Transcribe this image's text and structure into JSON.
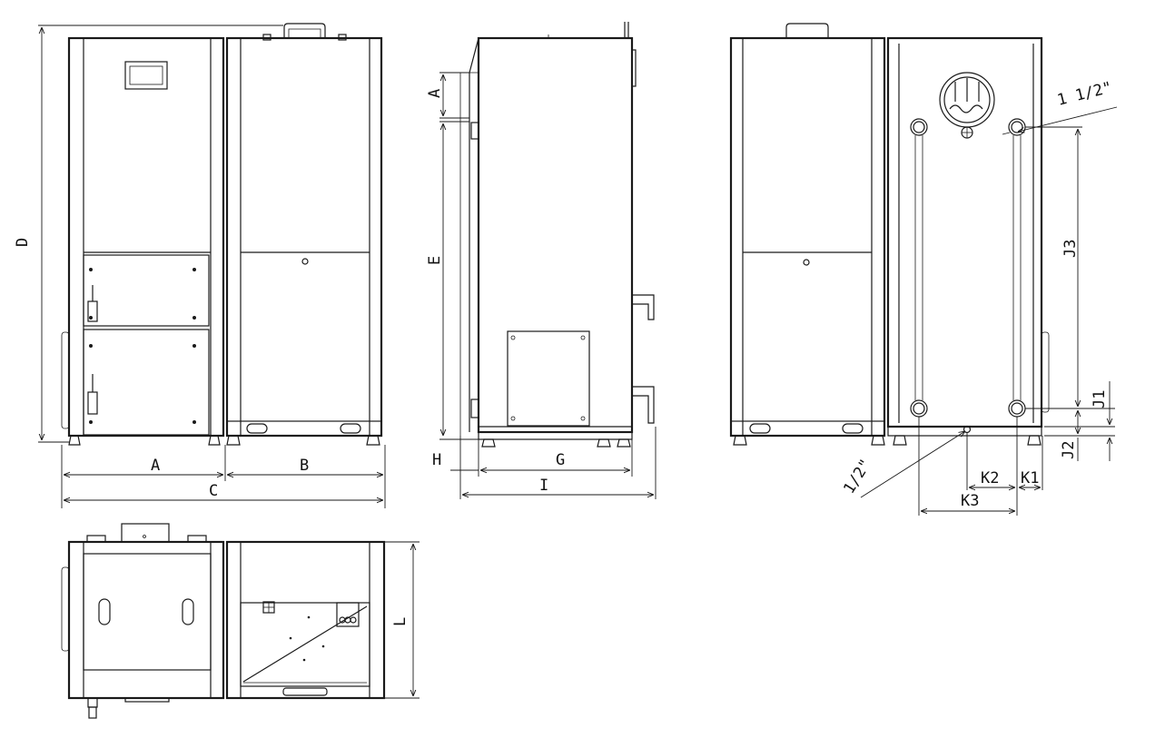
{
  "labels": {
    "A": "A",
    "B": "B",
    "C": "C",
    "D": "D",
    "E": "E",
    "G": "G",
    "H": "H",
    "I": "I",
    "L": "L",
    "J1": "J1",
    "J2": "J2",
    "J3": "J3",
    "K1": "K1",
    "K2": "K2",
    "K3": "K3",
    "pipe_large": "1 1/2\"",
    "pipe_small": "1/2\""
  },
  "colors": {
    "line": "#1a1a1a",
    "background": "#ffffff"
  }
}
